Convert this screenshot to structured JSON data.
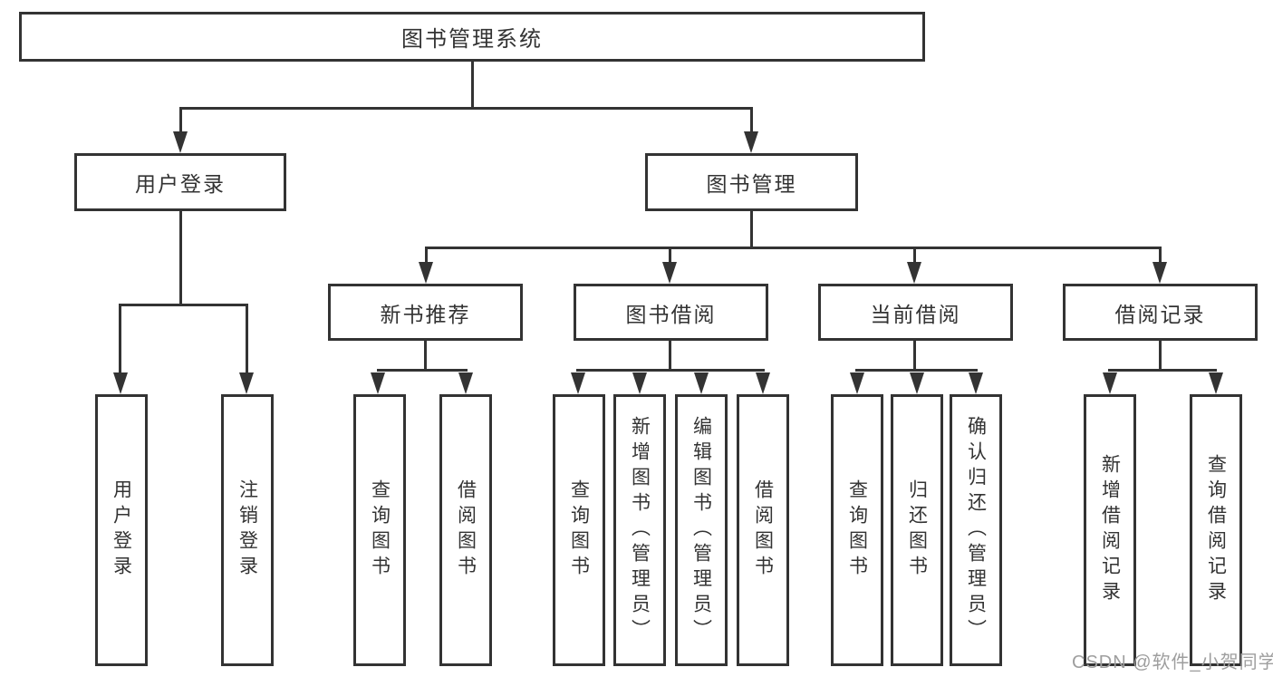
{
  "diagram": {
    "title": "图书管理系统",
    "level2": {
      "user_login": "用户登录",
      "book_management": "图书管理"
    },
    "level3": {
      "new_book_recommend": "新书推荐",
      "book_borrow": "图书借阅",
      "current_borrow": "当前借阅",
      "borrow_records": "借阅记录"
    },
    "leaves": {
      "user_login": "用户登录",
      "logout": "注销登录",
      "nb_query_books": "查询图书",
      "nb_borrow_books": "借阅图书",
      "bb_query_books": "查询图书",
      "bb_add_books": "新增图书（管理员）",
      "bb_edit_books": "编辑图书（管理员）",
      "bb_borrow_books": "借阅图书",
      "cb_query_books": "查询图书",
      "cb_return_books": "归还图书",
      "cb_confirm_return": "确认归还（管理员）",
      "br_add_record": "新增借阅记录",
      "br_query_record": "查询借阅记录"
    }
  },
  "watermark": "CSDN @软件_小贺同学",
  "colors": {
    "line": "#333333",
    "text": "#333333",
    "watermark_text": "#9e9e9e",
    "background": "#ffffff"
  }
}
